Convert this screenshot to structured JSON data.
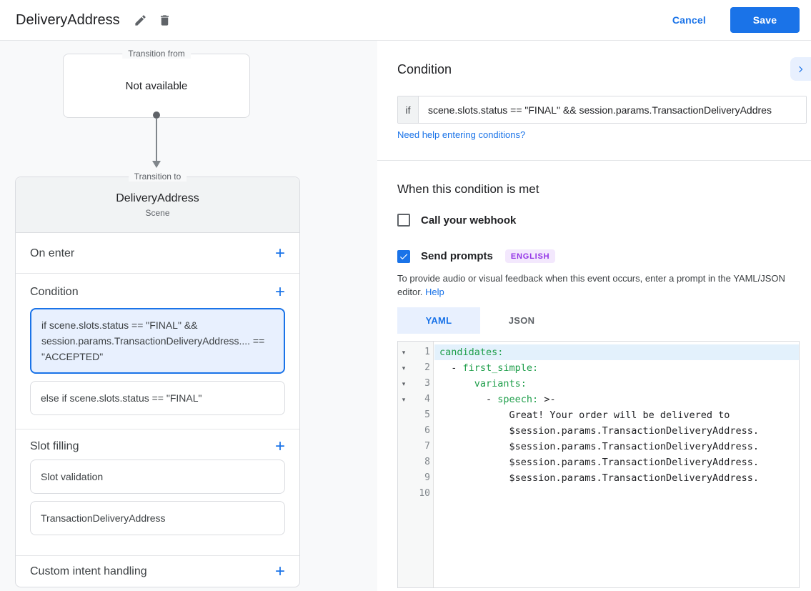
{
  "colors": {
    "accent_blue": "#1a73e8",
    "selected_card_bg": "#e8f0fe",
    "badge_purple_text": "#9334e6",
    "badge_purple_bg": "#f3e8fd",
    "code_key_green": "#1e9e4a",
    "code_line_highlight": "#e3f1fc",
    "panel_bg": "#f8f9fa"
  },
  "topbar": {
    "title": "DeliveryAddress",
    "cancel_label": "Cancel",
    "save_label": "Save"
  },
  "diagram": {
    "transition_from": {
      "legend": "Transition from",
      "content": "Not available"
    },
    "transition_to": {
      "legend": "Transition to",
      "title": "DeliveryAddress",
      "subtitle": "Scene"
    },
    "sections": {
      "on_enter": {
        "label": "On enter"
      },
      "condition": {
        "label": "Condition",
        "cards": [
          {
            "text": "if scene.slots.status == \"FINAL\" && session.params.TransactionDeliveryAddress.... == \"ACCEPTED\"",
            "selected": true
          },
          {
            "text": "else if scene.slots.status == \"FINAL\"",
            "selected": false
          }
        ]
      },
      "slot_filling": {
        "label": "Slot filling",
        "cards": [
          {
            "text": "Slot validation"
          },
          {
            "text": "TransactionDeliveryAddress"
          }
        ]
      },
      "custom_intent": {
        "label": "Custom intent handling"
      }
    }
  },
  "condition_panel": {
    "heading": "Condition",
    "if_label": "if",
    "expression": "scene.slots.status == \"FINAL\" && session.params.TransactionDeliveryAddres",
    "help_link": "Need help entering conditions?"
  },
  "when_met": {
    "heading": "When this condition is met",
    "webhook": {
      "label": "Call your webhook",
      "checked": false
    },
    "prompts": {
      "label": "Send prompts",
      "checked": true,
      "badge": "ENGLISH"
    },
    "note_text": "To provide audio or visual feedback when this event occurs, enter a prompt in the YAML/JSON editor. ",
    "note_link": "Help"
  },
  "code": {
    "tabs": [
      {
        "label": "YAML",
        "active": true
      },
      {
        "label": "JSON",
        "active": false
      }
    ],
    "lines": [
      {
        "num": "1",
        "fold": true,
        "highlight": true,
        "segs": [
          [
            "k",
            "candidates:"
          ]
        ]
      },
      {
        "num": "2",
        "fold": true,
        "highlight": false,
        "segs": [
          [
            "p",
            "  - "
          ],
          [
            "k",
            "first_simple:"
          ]
        ]
      },
      {
        "num": "3",
        "fold": true,
        "highlight": false,
        "segs": [
          [
            "p",
            "      "
          ],
          [
            "k",
            "variants:"
          ]
        ]
      },
      {
        "num": "4",
        "fold": true,
        "highlight": false,
        "segs": [
          [
            "p",
            "        - "
          ],
          [
            "k",
            "speech:"
          ],
          [
            "p",
            " >-"
          ]
        ]
      },
      {
        "num": "5",
        "fold": false,
        "highlight": false,
        "segs": [
          [
            "p",
            "            Great! Your order will be delivered to"
          ]
        ]
      },
      {
        "num": "6",
        "fold": false,
        "highlight": false,
        "segs": [
          [
            "p",
            "            $session.params.TransactionDeliveryAddress."
          ]
        ]
      },
      {
        "num": "7",
        "fold": false,
        "highlight": false,
        "segs": [
          [
            "p",
            "            $session.params.TransactionDeliveryAddress."
          ]
        ]
      },
      {
        "num": "8",
        "fold": false,
        "highlight": false,
        "segs": [
          [
            "p",
            "            $session.params.TransactionDeliveryAddress."
          ]
        ]
      },
      {
        "num": "9",
        "fold": false,
        "highlight": false,
        "segs": [
          [
            "p",
            "            $session.params.TransactionDeliveryAddress."
          ]
        ]
      },
      {
        "num": "10",
        "fold": false,
        "highlight": false,
        "segs": []
      }
    ]
  }
}
